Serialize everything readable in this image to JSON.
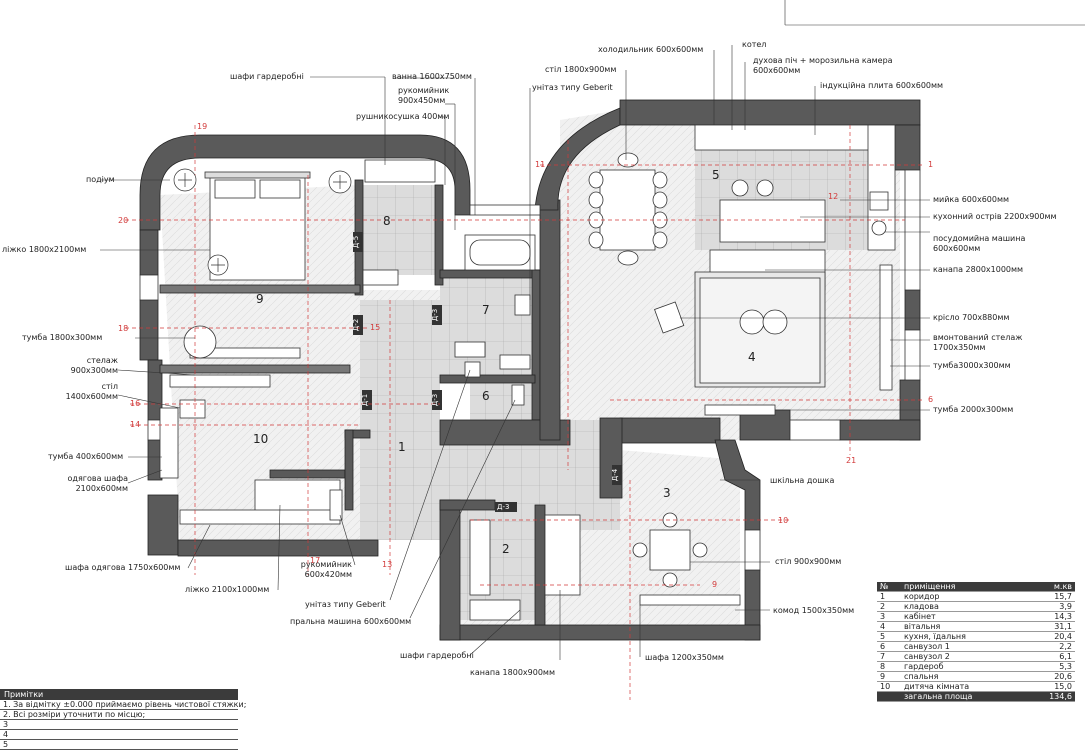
{
  "labels": {
    "fridge": "холодильник 600х600мм",
    "boiler": "котел",
    "oven": "духова піч + морозильна камера 600х600мм",
    "table_1800": "стіл 1800х900мм",
    "toilet_top": "унітаз типу Geberit",
    "bath": "ванна 1600х750мм",
    "sink_900": "рукомийник 900х450мм",
    "towel": "рушникосушка 400мм",
    "wardrobe_top": "шафи гардеробні",
    "induction": "індукційна плита 600х600мм",
    "podium": "подіум",
    "bed_1800": "ліжко 1800х2100мм",
    "sink_kitchen": "мийка 600х600мм",
    "island": "кухонний острів 2200х900мм",
    "dishwasher": "посудомийна машина 600х600мм",
    "sofa_2800": "канапа 2800х1000мм",
    "armchair": "крісло 700х880мм",
    "shelf_built": "вмонтований стелаж 1700х350мм",
    "tv_3000": "тумба3000х300мм",
    "tv_2000": "тумба 2000х300мм",
    "tumba_1800": "тумба 1800х300мм",
    "rack_900": "стелаж 900х300мм",
    "desk_1400": "стіл 1400х600мм",
    "tumba_400": "тумба 400х600мм",
    "closet_2100": "одягова шафа 2100х600мм",
    "closet_1750": "шафа одягова 1750х600мм",
    "bed_2100": "ліжко 2100х1000мм",
    "sink_600": "рукомийник 600х420мм",
    "toilet_bottom": "унітаз типу Geberit",
    "washer": "пральна машина 600х600мм",
    "wardrobe_bottom": "шафи гардеробні",
    "sofa_1800": "канапа 1800х900мм",
    "wardrobe_1200": "шафа 1200х350мм",
    "school_board": "шкільна дошка",
    "table_900": "стіл 900х900мм",
    "dresser": "комод 1500х350мм"
  },
  "door_tags": [
    "Д-5",
    "Д-2",
    "Д-3",
    "Д-1",
    "Д-3",
    "Д-4",
    "Д-3"
  ],
  "room_numbers": [
    "1",
    "2",
    "3",
    "4",
    "5",
    "6",
    "7",
    "8",
    "9",
    "10"
  ],
  "axis_marks": [
    "19",
    "20",
    "18",
    "16",
    "14",
    "17",
    "15",
    "13",
    "11",
    "10",
    "9",
    "12",
    "6",
    "21",
    "1"
  ],
  "notes": {
    "title": "Примітки",
    "rows": [
      "1. За відмітку ±0.000 приймаємо рівень чистової стяжки;",
      "2. Всі розміри уточнити по місцю;",
      "3",
      "4",
      "5"
    ]
  },
  "room_table": {
    "headers": [
      "№",
      "приміщення",
      "м.кв"
    ],
    "rows": [
      [
        "1",
        "коридор",
        "15,7"
      ],
      [
        "2",
        "кладова",
        "3,9"
      ],
      [
        "3",
        "кабінет",
        "14,3"
      ],
      [
        "4",
        "вітальня",
        "31,1"
      ],
      [
        "5",
        "кухня, їдальня",
        "20,4"
      ],
      [
        "6",
        "санвузол 1",
        "2,2"
      ],
      [
        "7",
        "санвузол 2",
        "6,1"
      ],
      [
        "8",
        "гардероб",
        "5,3"
      ],
      [
        "9",
        "спальня",
        "20,6"
      ],
      [
        "10",
        "дитяча кімната",
        "15,0"
      ]
    ],
    "total_label": "загальна площа",
    "total_value": "134,6"
  },
  "colors": {
    "wall": "#5a5a5a",
    "floor": "#eeeeee",
    "tile": "#d9d9d9",
    "axis": "#d23a3a"
  }
}
